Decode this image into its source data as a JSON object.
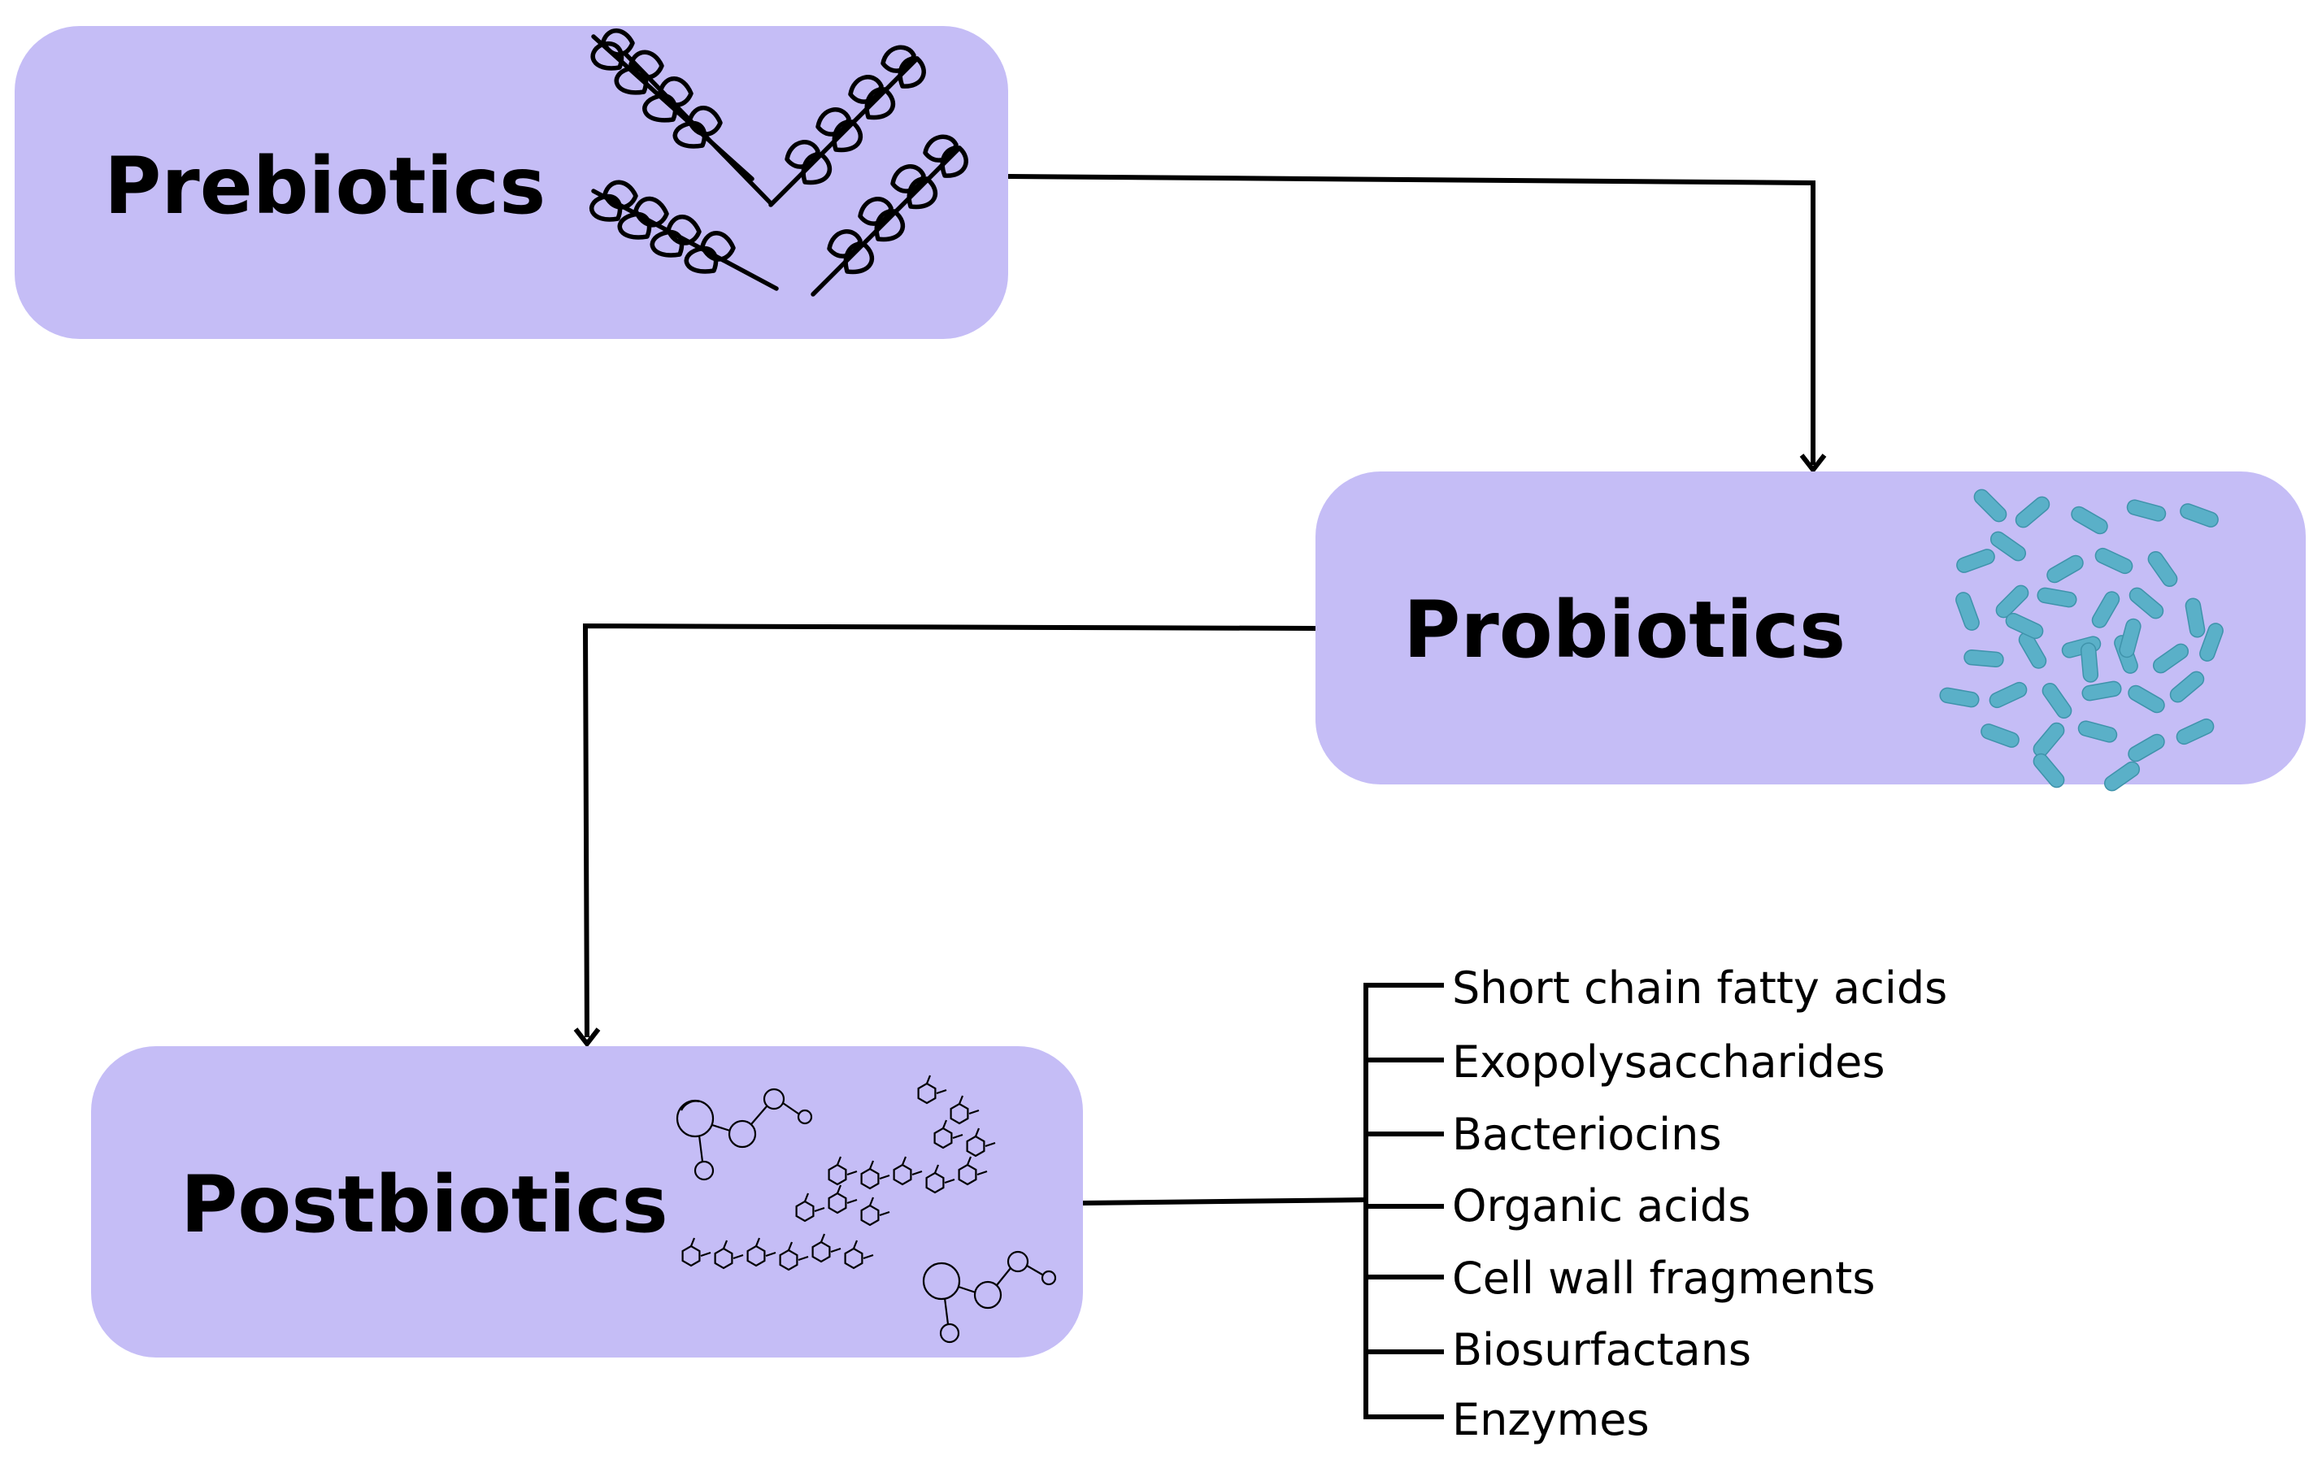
{
  "nodes": {
    "prebiotics": {
      "label": "Prebiotics",
      "icon": "wheat-sprigs-icon"
    },
    "probiotics": {
      "label": "Probiotics",
      "icon": "bacteria-cluster-icon"
    },
    "postbiotics": {
      "label": "Postbiotics",
      "icon": "molecule-structures-icon"
    }
  },
  "postbiotic_components": [
    "Short chain fatty acids",
    "Exopolysaccharides",
    "Bacteriocins",
    "Organic acids",
    "Cell wall fragments",
    "Biosurfactans",
    "Enzymes"
  ],
  "colors": {
    "node_fill": "#c5bdf6",
    "line": "#000000",
    "bacteria": "#5ab0c8",
    "bacteria_dark": "#3f93ab"
  }
}
